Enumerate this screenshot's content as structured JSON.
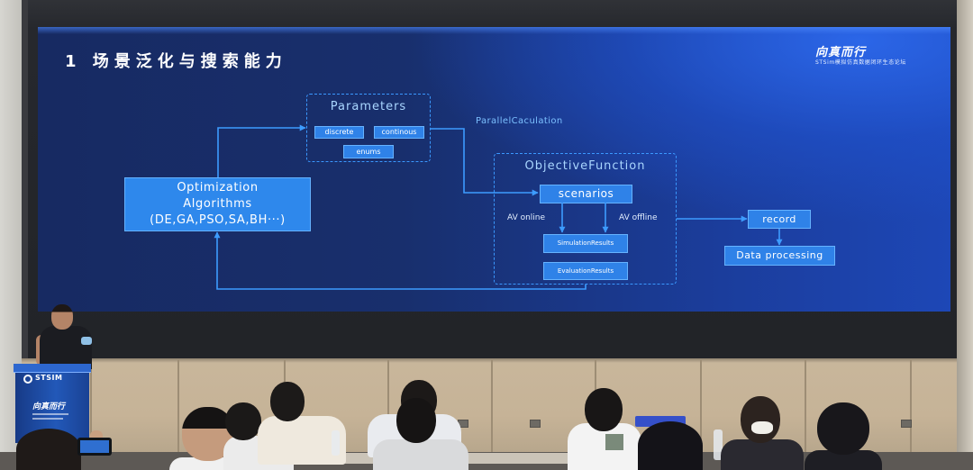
{
  "slide": {
    "title": "1 场景泛化与搜索能力",
    "logo": {
      "main": "向真而行",
      "sub": "STSim模拟仿真数据闭环生态论坛"
    }
  },
  "diagram": {
    "parameters": {
      "title": "Parameters",
      "items": [
        "discrete",
        "continous",
        "enums"
      ]
    },
    "optimization": {
      "lines": [
        "Optimization",
        "Algorithms",
        "(DE,GA,PSO,SA,BH···)"
      ]
    },
    "parallel_label": "ParallelCaculation",
    "objective_function": {
      "title": "ObjectiveFunction",
      "scenarios": "scenarios",
      "av_online": "AV online",
      "av_offline": "AV offline",
      "simulation_results": "SimulationResults",
      "evaluation_results": "EvaluationResults"
    },
    "record": "record",
    "data_processing": "Data processing"
  },
  "podium": {
    "logo": "STSIM",
    "slogan": "向真而行"
  },
  "colors": {
    "node_fill": "#2f82e8",
    "dashed_border": "#3a98ff",
    "arrow": "#3d9cff",
    "group_title": "#a9d6ff",
    "podium_blue": "#2258b8"
  }
}
